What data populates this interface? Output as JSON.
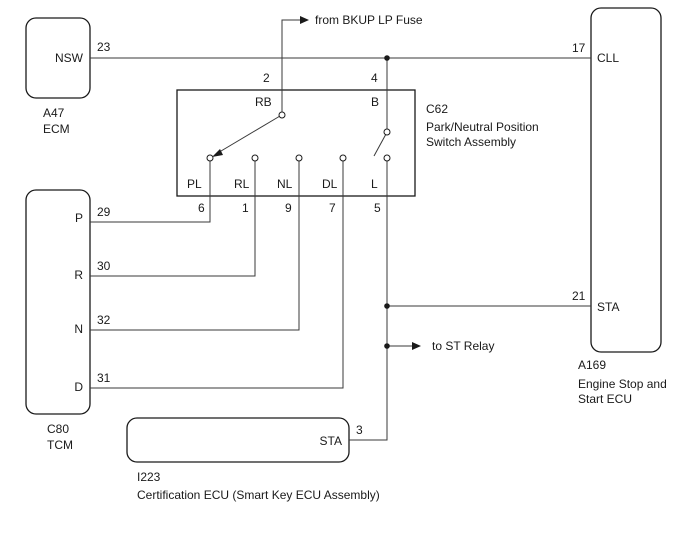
{
  "components": {
    "ecm": {
      "code": "A47",
      "name": "ECM",
      "pin_label": "NSW",
      "pin_no": "23"
    },
    "tcm": {
      "code": "C80",
      "name": "TCM",
      "pins": [
        {
          "label": "P",
          "no": "29"
        },
        {
          "label": "R",
          "no": "30"
        },
        {
          "label": "N",
          "no": "32"
        },
        {
          "label": "D",
          "no": "31"
        }
      ]
    },
    "switch": {
      "code": "C62",
      "name_line1": "Park/Neutral Position",
      "name_line2": "Switch Assembly",
      "top_pins": [
        {
          "label": "RB",
          "no": "2"
        },
        {
          "label": "B",
          "no": "4"
        }
      ],
      "bottom_pins": [
        {
          "label": "PL",
          "no": "6"
        },
        {
          "label": "RL",
          "no": "1"
        },
        {
          "label": "NL",
          "no": "9"
        },
        {
          "label": "DL",
          "no": "7"
        },
        {
          "label": "L",
          "no": "5"
        }
      ]
    },
    "engine_ecu": {
      "code": "A169",
      "name_line1": "Engine Stop and",
      "name_line2": "Start ECU",
      "pins": [
        {
          "label": "CLL",
          "no": "17"
        },
        {
          "label": "STA",
          "no": "21"
        }
      ]
    },
    "cert_ecu": {
      "code": "I223",
      "name": "Certification ECU (Smart Key ECU Assembly)",
      "pin_label": "STA",
      "pin_no": "3"
    }
  },
  "labels": {
    "from_fuse": "from BKUP LP Fuse",
    "to_relay": "to ST Relay"
  }
}
